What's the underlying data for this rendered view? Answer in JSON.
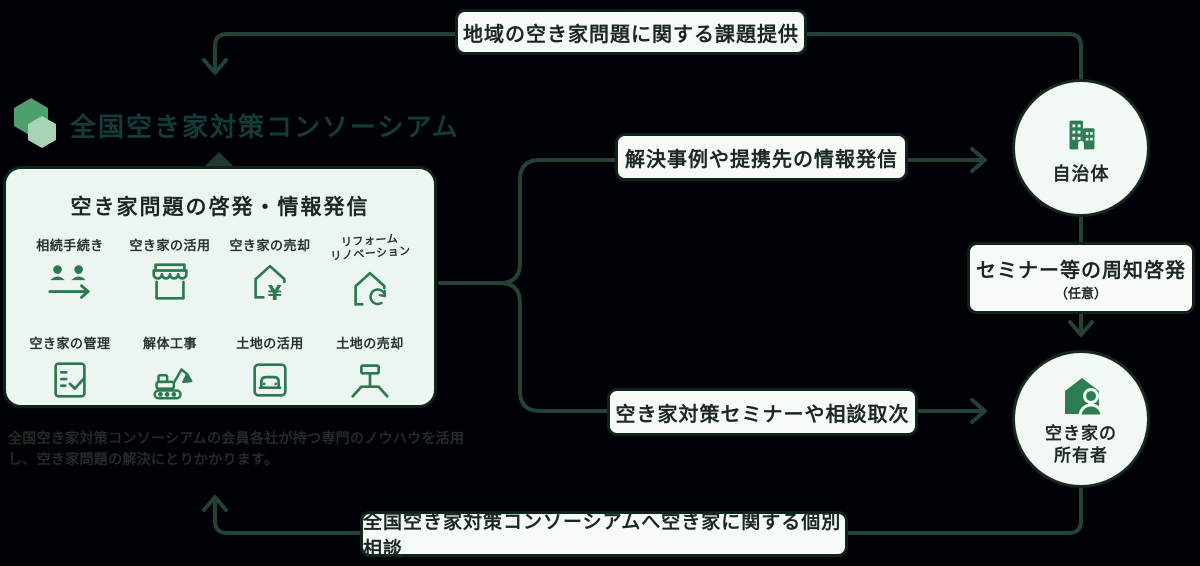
{
  "colors": {
    "background": "#000007",
    "line": "#234134",
    "accent_green": "#2e7d52",
    "card_bg": "#edf5f1",
    "box_bg": "#f7fbf8",
    "dark_text": "#1b2724",
    "logo_green_dark": "#4f9f6c",
    "logo_green_light": "#a8d4b6",
    "logo_text": "#123c35"
  },
  "logo": {
    "title": "全国空き家対策コンソーシアム"
  },
  "card": {
    "title": "空き家問題の啓発・情報発信",
    "items": [
      {
        "label": "相続手続き",
        "icon": "inheritance-icon"
      },
      {
        "label": "空き家の活用",
        "icon": "storefront-icon"
      },
      {
        "label": "空き家の売却",
        "icon": "house-sale-icon"
      },
      {
        "label_line1": "リフォーム",
        "label_line2": "リノベーション",
        "icon": "renovation-icon"
      },
      {
        "label": "空き家の管理",
        "icon": "management-icon"
      },
      {
        "label": "解体工事",
        "icon": "demolition-icon"
      },
      {
        "label": "土地の活用",
        "icon": "land-use-icon"
      },
      {
        "label": "土地の売却",
        "icon": "land-sale-icon"
      }
    ],
    "caption": "全国空き家対策コンソーシアムの会員各社が持つ専門のノウハウを活用し、空き家問題の解決にとりかかります。"
  },
  "flows": {
    "issues_from_gov": "地域の空き家問題に関する課題提供",
    "info_to_gov": "解決事例や提携先の情報発信",
    "seminar_title": "セミナー等の周知啓発",
    "seminar_note": "（任意）",
    "seminar_to_owner": "空き家対策セミナーや相談取次",
    "consult_from_owner": "全国空き家対策コンソーシアムへ空き家に関する個別相談"
  },
  "nodes": {
    "government": {
      "label": "自治体"
    },
    "owner": {
      "label_line1": "空き家の",
      "label_line2": "所有者"
    }
  }
}
